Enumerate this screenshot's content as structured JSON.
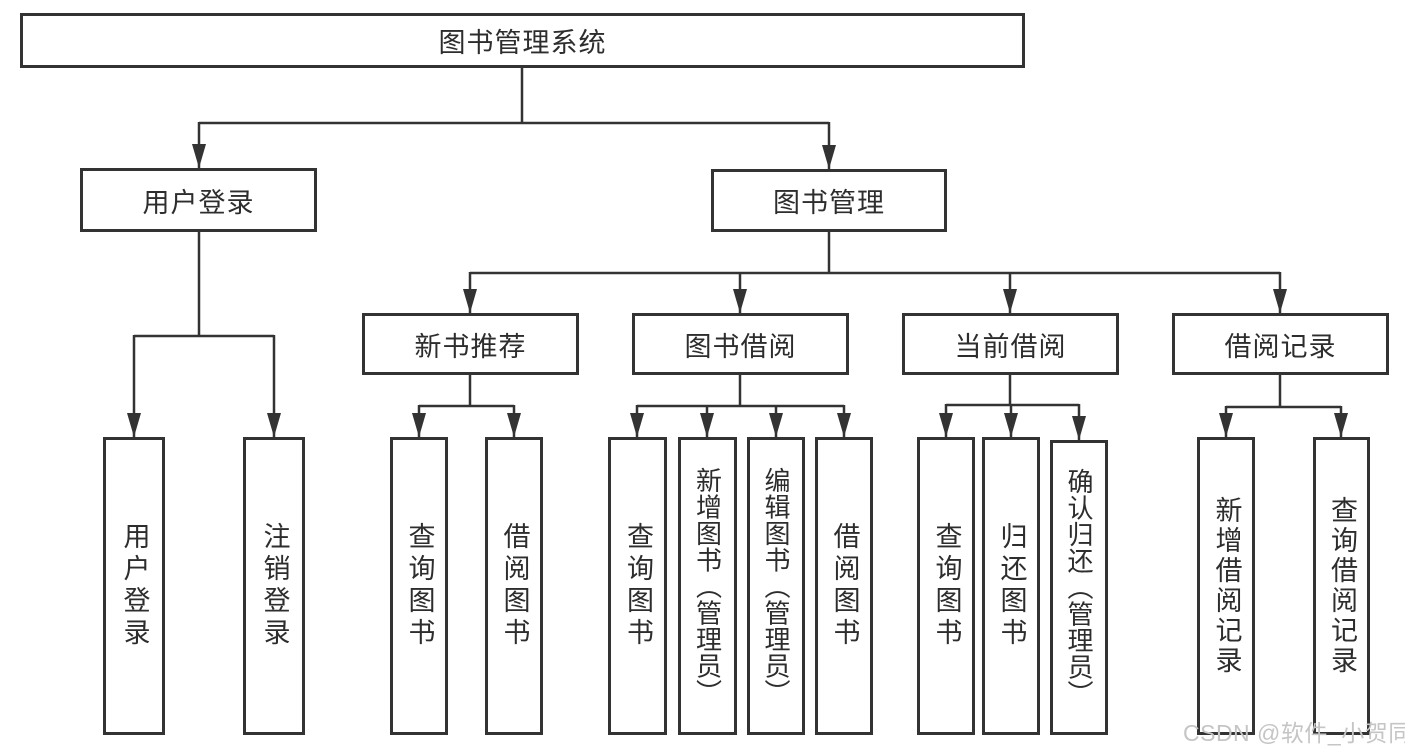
{
  "diagram": {
    "root": {
      "label": "图书管理系统"
    },
    "level2": [
      {
        "id": "user-login",
        "label": "用户登录"
      },
      {
        "id": "book-management",
        "label": "图书管理"
      }
    ],
    "level3": [
      {
        "id": "new-book-recommend",
        "label": "新书推荐",
        "parent": "图书管理"
      },
      {
        "id": "book-borrowing",
        "label": "图书借阅",
        "parent": "图书管理"
      },
      {
        "id": "current-borrowing",
        "label": "当前借阅",
        "parent": "图书管理"
      },
      {
        "id": "borrowing-records",
        "label": "借阅记录",
        "parent": "图书管理"
      }
    ],
    "leaves": {
      "user_login": [
        "用户登录",
        "注销登录"
      ],
      "new_book_recommend": [
        "查询图书",
        "借阅图书"
      ],
      "book_borrowing": [
        "查询图书",
        "新增图书（管理员）",
        "编辑图书（管理员）",
        "借阅图书"
      ],
      "current_borrowing": [
        "查询图书",
        "归还图书",
        "确认归还（管理员）"
      ],
      "borrowing_records": [
        "新增借阅记录",
        "查询借阅记录"
      ]
    },
    "watermark": "CSDN @软件_小贺同学",
    "colors": {
      "line": "#333333",
      "box_border": "#333333",
      "text": "#2d2d2d",
      "background": "#ffffff",
      "watermark": "#c5c5c5"
    }
  }
}
